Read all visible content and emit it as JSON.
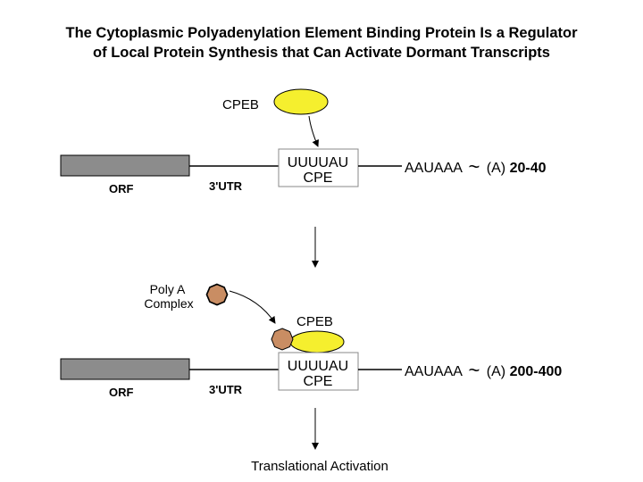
{
  "title": {
    "line1": "The Cytoplasmic Polyadenylation Element Binding Protein Is a Regulator",
    "line2": "of Local Protein Synthesis that Can Activate Dormant Transcripts"
  },
  "top_panel": {
    "cpeb_label": "CPEB",
    "orf_label": "ORF",
    "utr_label": "3'UTR",
    "cpe_seq": "UUUUAU",
    "cpe_label": "CPE",
    "signal": "AAUAAA",
    "tilde": "~",
    "tail_prefix": "(A)",
    "tail_length": "20-40"
  },
  "bottom_panel": {
    "complex_line1": "Poly A",
    "complex_line2": "Complex",
    "cpeb_label": "CPEB",
    "orf_label": "ORF",
    "utr_label": "3'UTR",
    "cpe_seq": "UUUUAU",
    "cpe_label": "CPE",
    "signal": "AAUAAA",
    "tilde": "~",
    "tail_prefix": "(A)",
    "tail_length": "200-400"
  },
  "outcome": "Translational Activation",
  "colors": {
    "cpeb": "#f5ef2e",
    "poly_a_complex": "#c98d63",
    "orf": "#8c8c8c"
  }
}
